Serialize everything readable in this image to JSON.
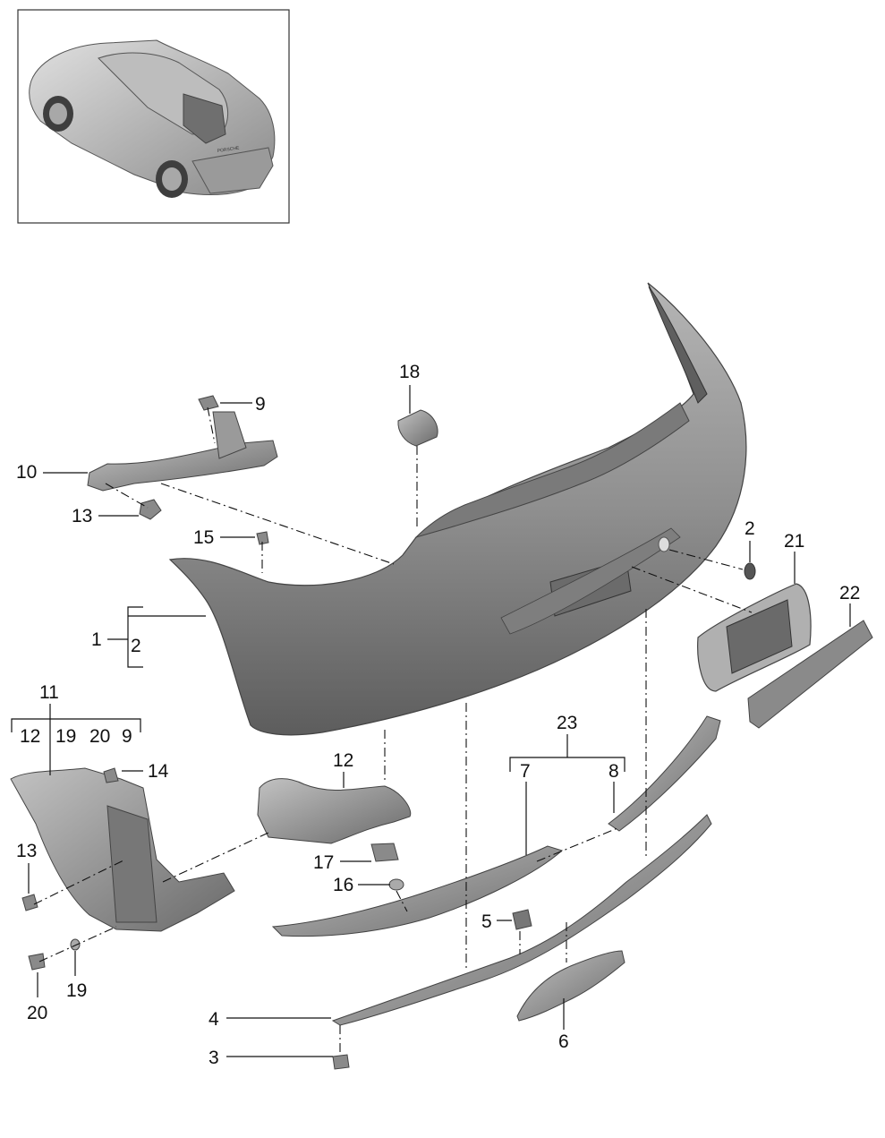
{
  "callouts": {
    "n1": "1",
    "n2a": "2",
    "n2b": "2",
    "n3": "3",
    "n4": "4",
    "n5": "5",
    "n6": "6",
    "n7": "7",
    "n8": "8",
    "n9": "9",
    "n10": "10",
    "n11": "11",
    "n12a": "12",
    "n12b": "12",
    "n13a": "13",
    "n13b": "13",
    "n14": "14",
    "n15": "15",
    "n16": "16",
    "n17": "17",
    "n18": "18",
    "n19": "19",
    "n20a": "20",
    "n20b": "20",
    "n21": "21",
    "n22": "22",
    "n23": "23",
    "n9b": "9",
    "n19b": "19"
  },
  "car_badge": "PORSCHE",
  "colors": {
    "part": "#8c8c8c",
    "part_dark": "#5a5a5a",
    "part_light": "#c4c4c4"
  }
}
